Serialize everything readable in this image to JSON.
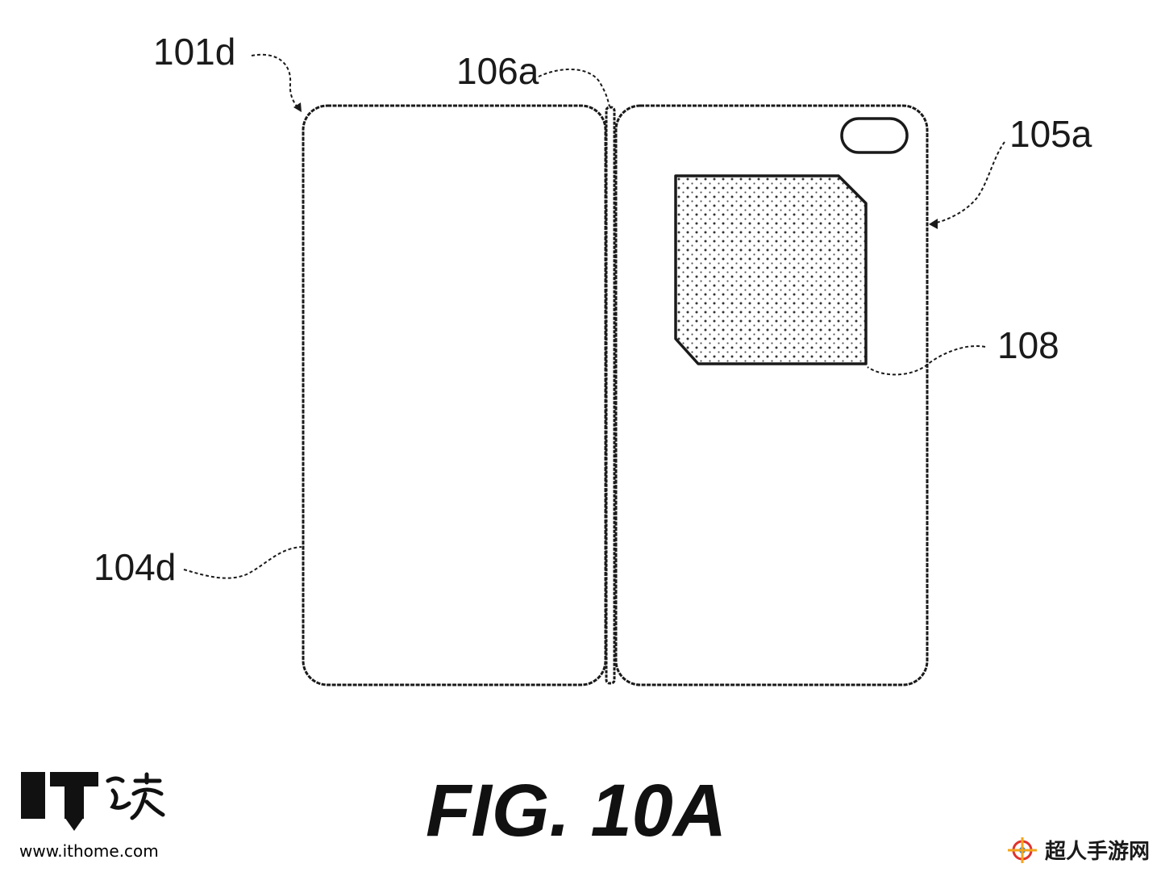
{
  "figure": {
    "caption": "FIG. 10A",
    "colors": {
      "line": "#1a1a1a",
      "dots": "#333333",
      "background": "#ffffff"
    },
    "labels": {
      "first_panel": "101d",
      "hinge": "106a",
      "second_panel": "105a",
      "sensor_area": "108",
      "first_panel_edge": "104d"
    }
  },
  "watermarks": {
    "ithome_logo_text": "IT之家",
    "ithome_url": "www.ithome.com",
    "site_name": "超人手游网"
  }
}
